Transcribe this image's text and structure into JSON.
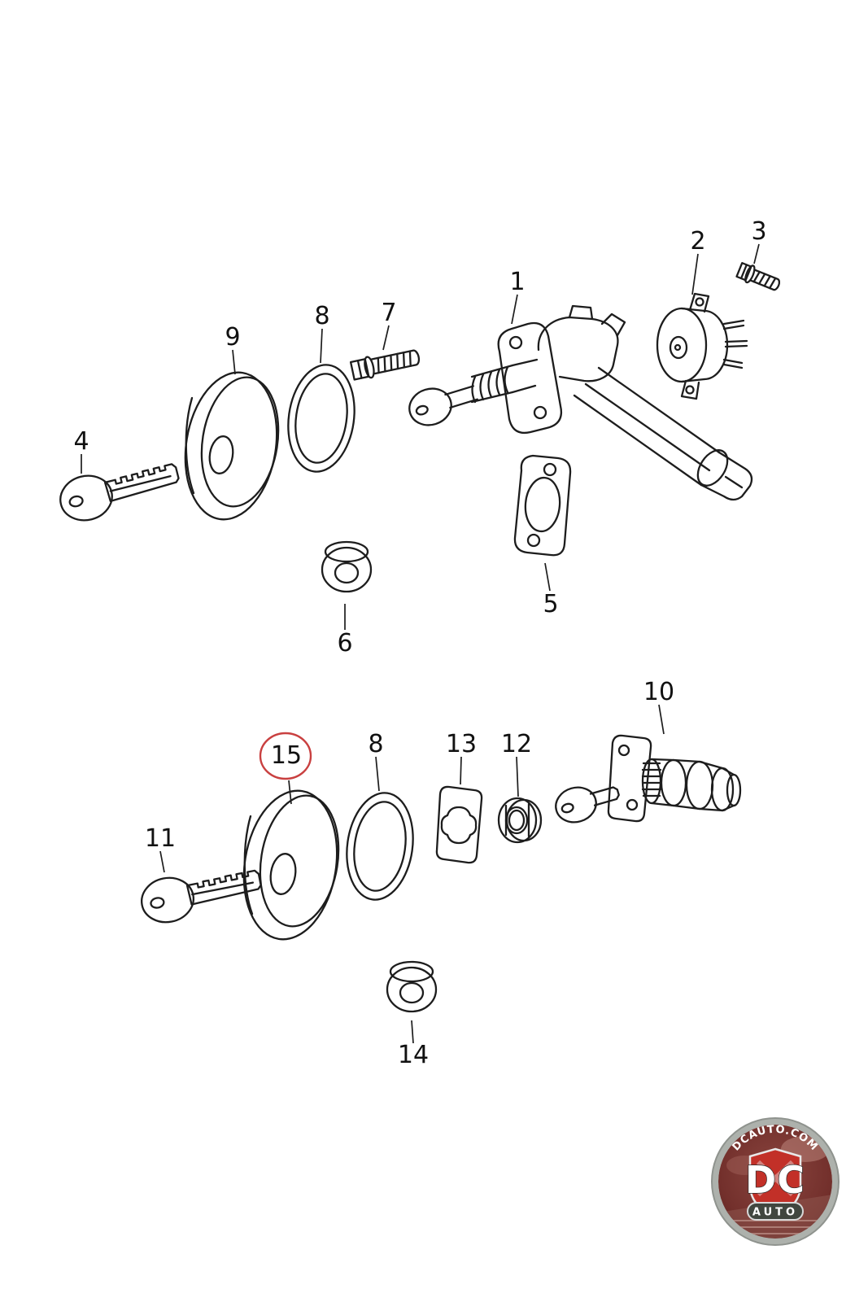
{
  "meta": {
    "background": "#ffffff",
    "line_color": "#1d1d1d",
    "highlight_color": "#c94040"
  },
  "callouts": [
    "1",
    "2",
    "3",
    "4",
    "5",
    "6",
    "7",
    "8",
    "9",
    "8",
    "10",
    "11",
    "12",
    "13",
    "14",
    "15"
  ],
  "logo": {
    "site": "DCAUTO.COM",
    "brand": "DC",
    "sub": "AUTO",
    "badge_red": "#c23028"
  }
}
